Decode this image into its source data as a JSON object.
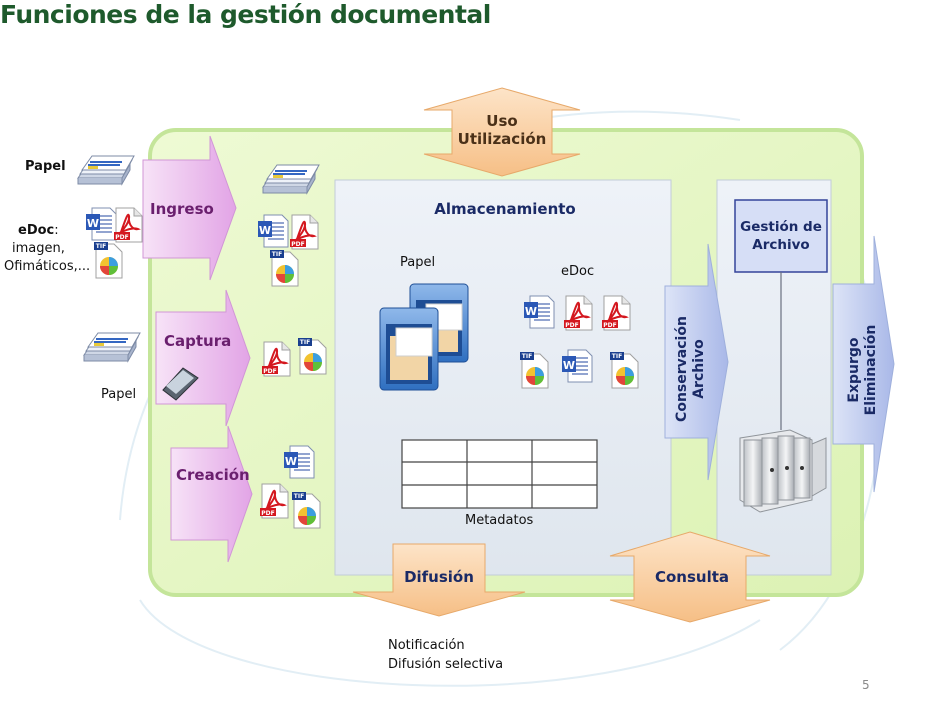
{
  "title": "Funciones de la gestión documental",
  "left": {
    "papel": "Papel",
    "edoc_label": "eDoc",
    "edoc_colon": ":",
    "edoc_line1": "imagen,",
    "edoc_line2": "Ofimáticos,...",
    "papel2": "Papel"
  },
  "arrows": {
    "ingreso": "Ingreso",
    "captura": "Captura",
    "creacion": "Creación",
    "uso_line1": "Uso",
    "uso_line2": "Utilización",
    "difusion": "Difusión",
    "consulta": "Consulta",
    "conservacion_line1": "Conservación",
    "conservacion_line2": "Archivo",
    "expurgo_line1": "Expurgo",
    "expurgo_line2": "Eliminación"
  },
  "storage": {
    "title": "Almacenamiento",
    "papel": "Papel",
    "edoc": "eDoc",
    "metadatos": "Metadatos"
  },
  "gestion": {
    "line1": "Gestión de",
    "line2": "Archivo"
  },
  "bottom": {
    "line1": "Notificación",
    "line2": "Difusión selectiva"
  },
  "icons": {
    "pdf": "PDF",
    "tif": "TIF",
    "word": "W"
  },
  "page_number": "5"
}
